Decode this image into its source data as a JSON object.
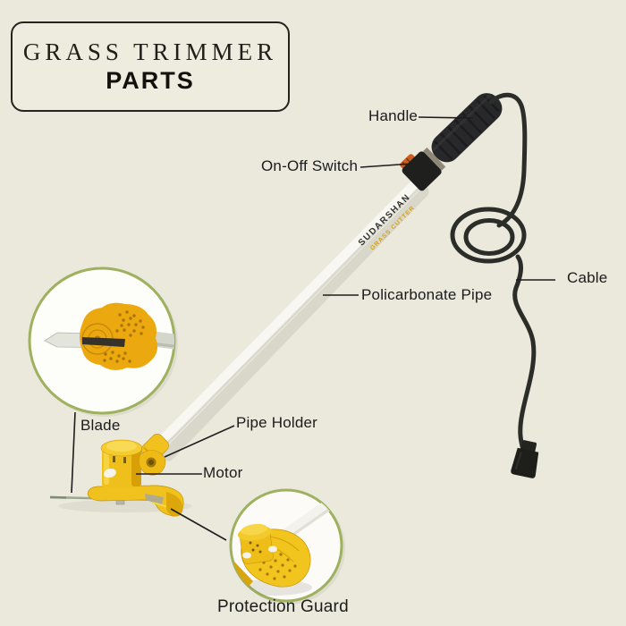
{
  "title": {
    "line1": "GRASS TRIMMER",
    "line2": "PARTS"
  },
  "branding": {
    "line1": "SUDARSHAN",
    "line2": "GRASS CUTTER"
  },
  "labels": {
    "handle": "Handle",
    "on_off_switch": "On-Off Switch",
    "cable": "Cable",
    "policarbonate_pipe": "Policarbonate Pipe",
    "pipe_holder": "Pipe Holder",
    "motor": "Motor",
    "blade": "Blade",
    "protection_guard": "Protection Guard"
  },
  "colors": {
    "background": "#ebe8dc",
    "accent_yellow": "#f1c21e",
    "inset_border_green": "#9db15f",
    "label_text": "#1b1b1b",
    "cable_black": "#2b2d28"
  }
}
